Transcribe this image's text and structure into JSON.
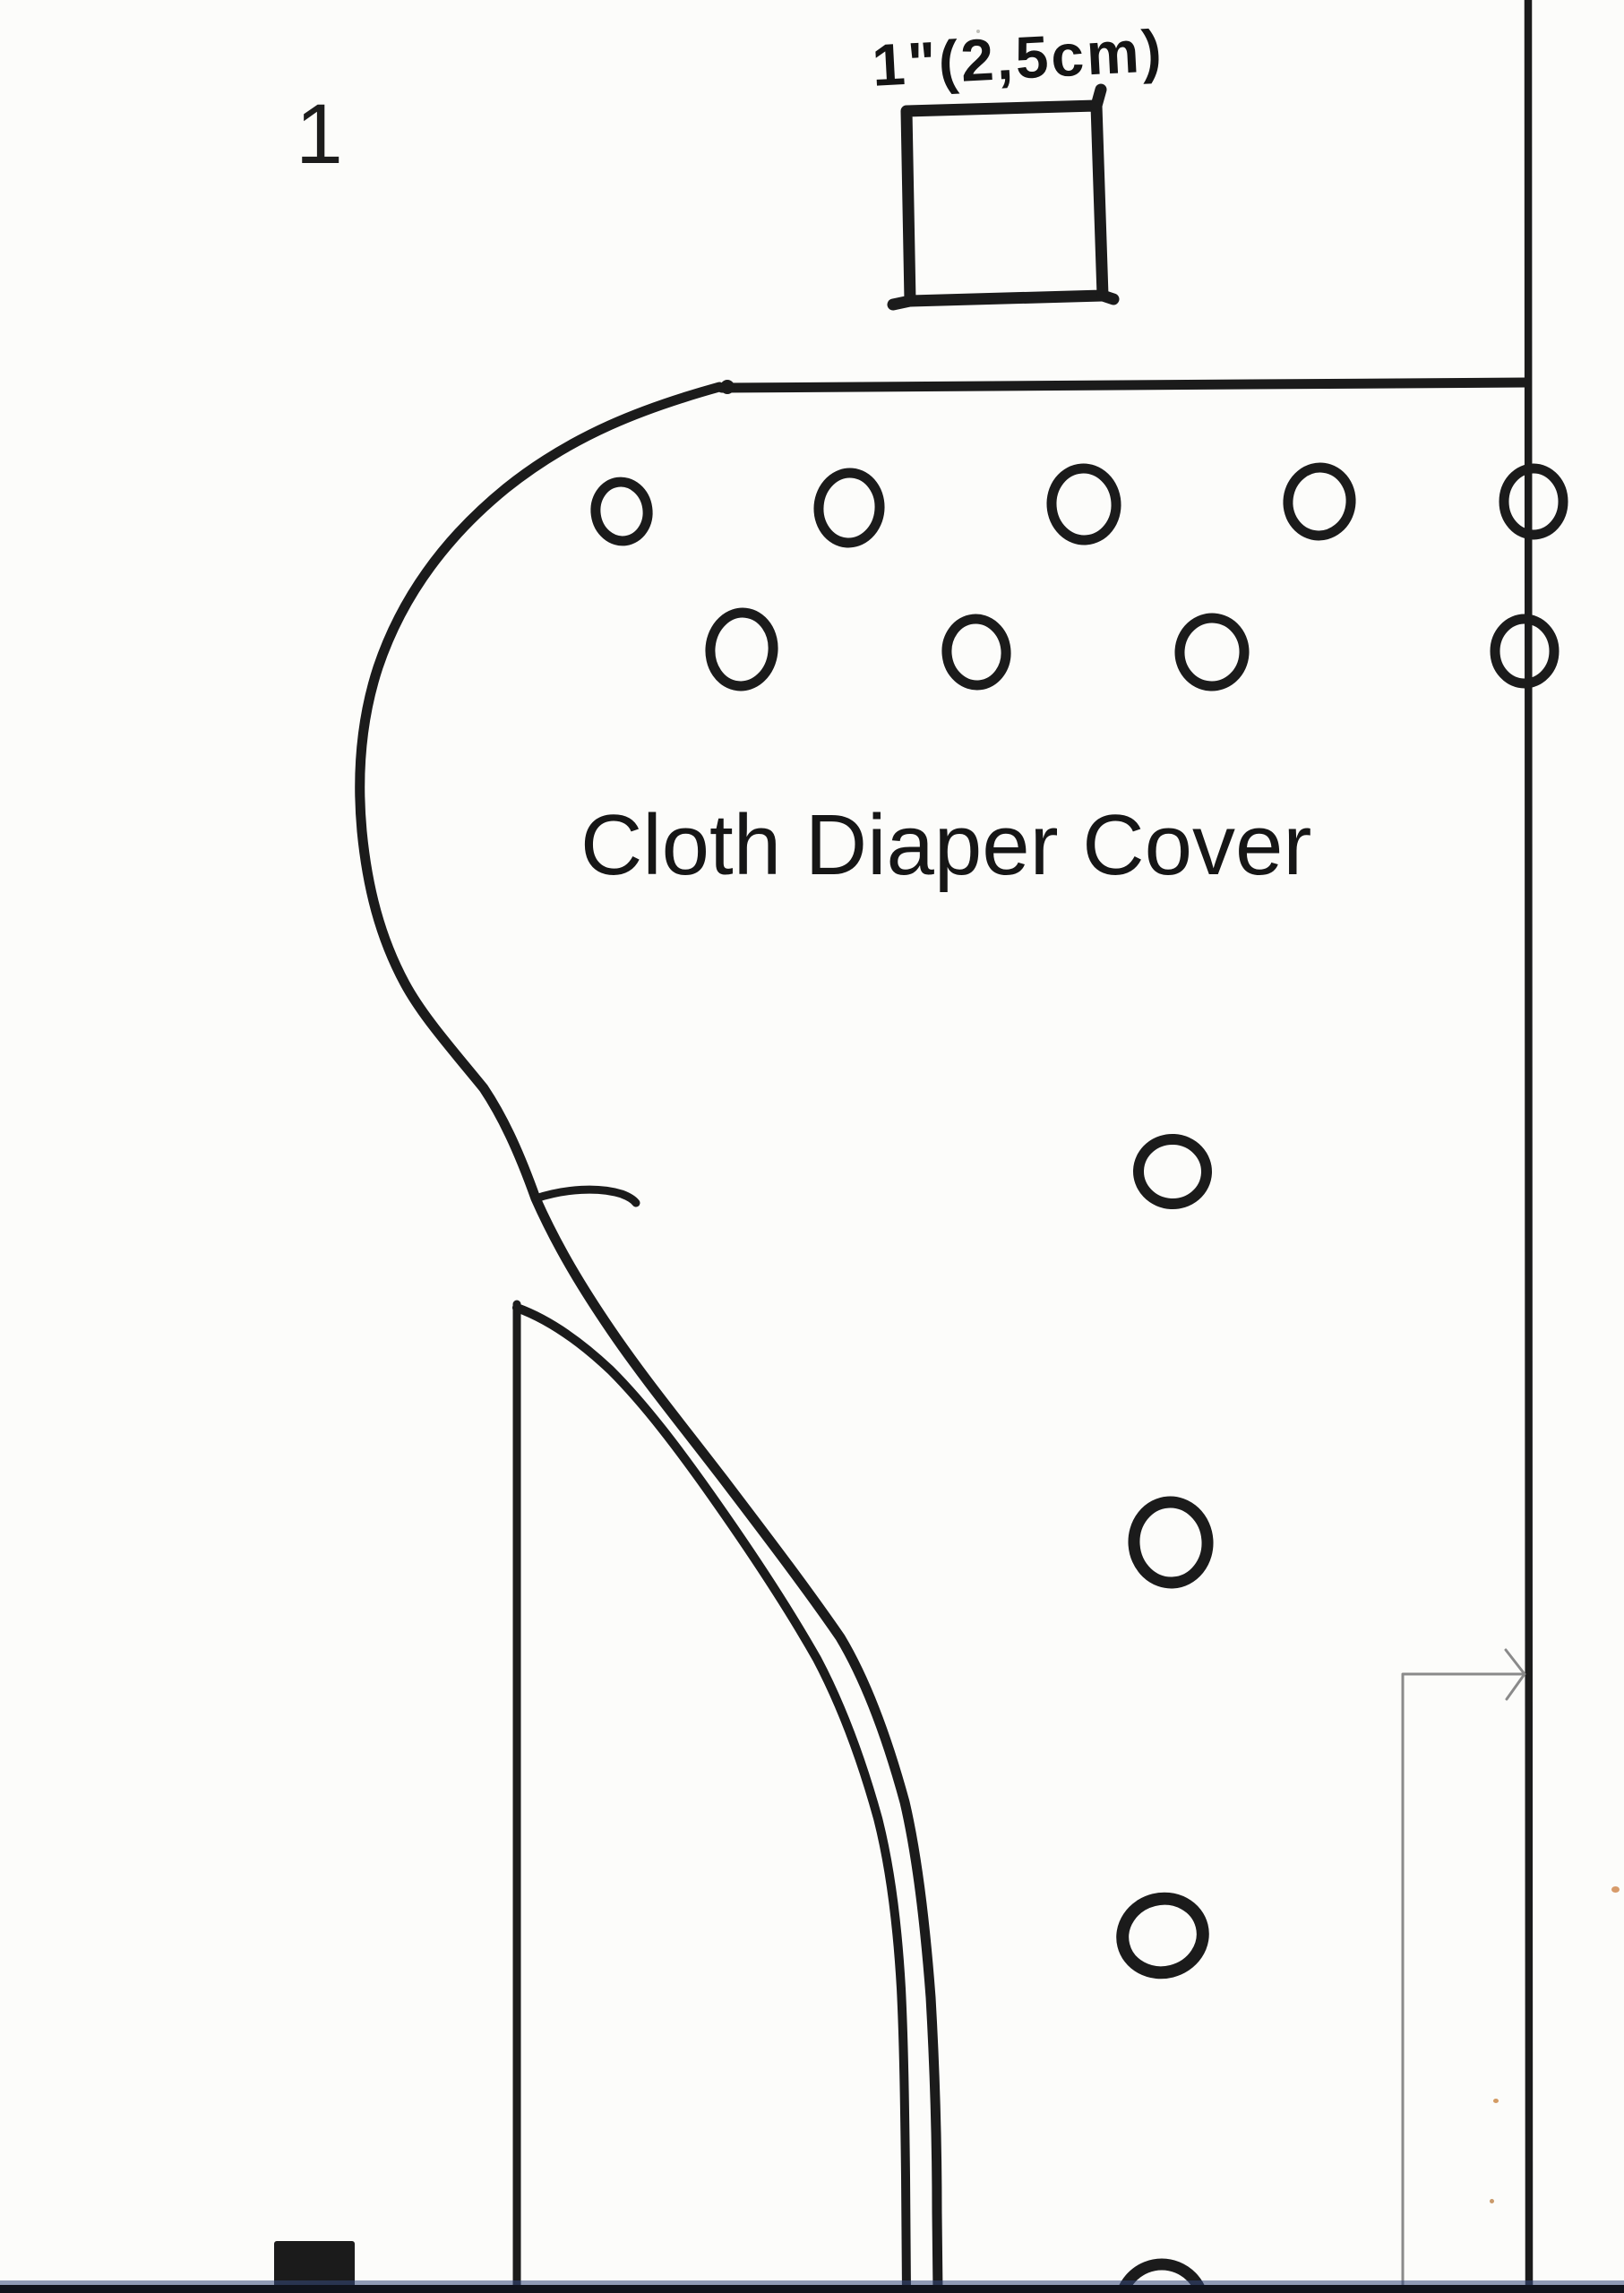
{
  "page": {
    "number": "1"
  },
  "scale_box": {
    "label": "1\"(2,5cm)"
  },
  "pattern": {
    "title": "Cloth Diaper Cover",
    "snap_holes": {
      "top_row_1_count": 5,
      "top_row_2_count": 4,
      "right_column_count": 4
    }
  },
  "colors": {
    "ink": "#1b1b1b",
    "guide": "#8a8a8a",
    "scan_edge": "#10131c",
    "scan_edge_blue": "#35487c"
  }
}
